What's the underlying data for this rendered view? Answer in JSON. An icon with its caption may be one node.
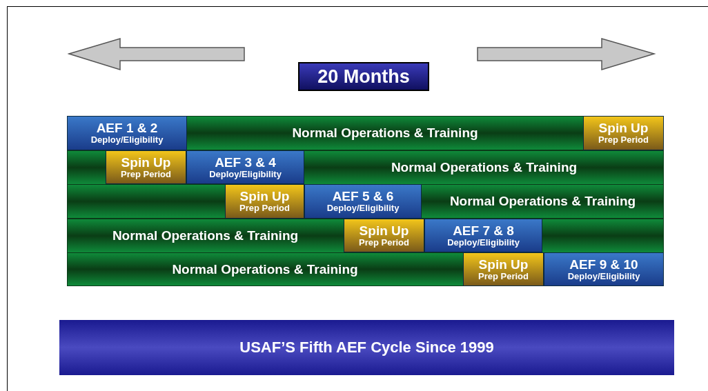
{
  "diagram": {
    "nodes": [
      {
        "text": [
          "20 Months"
        ]
      },
      {
        "text": [
          "AEF 1 & 2",
          "Deploy/Eligibility"
        ]
      },
      {
        "text": [
          "Normal Operations & Training"
        ]
      },
      {
        "text": [
          "Spin Up",
          "Prep Period"
        ]
      },
      {
        "text": [
          "Spin Up",
          "Prep Period"
        ]
      },
      {
        "text": [
          "AEF 3 & 4",
          "Deploy/Eligibility"
        ]
      },
      {
        "text": [
          "Normal Operations & Training"
        ]
      },
      {
        "text": [
          "Spin Up",
          "Prep Period"
        ]
      },
      {
        "text": [
          "AEF 5 & 6",
          "Deploy/Eligibility"
        ]
      },
      {
        "text": [
          "Normal Operations & Training"
        ]
      },
      {
        "text": [
          "Normal Operations & Training"
        ]
      },
      {
        "text": [
          "Spin Up",
          "Prep Period"
        ]
      },
      {
        "text": [
          "AEF 7 & 8",
          "Deploy/Eligibility"
        ]
      },
      {
        "text": [
          "Normal Operations & Training"
        ]
      },
      {
        "text": [
          "Spin Up",
          "Prep Period"
        ]
      },
      {
        "text": [
          "AEF 9 & 10",
          "Deploy/Eligibility"
        ]
      },
      {
        "text": [
          "USAF’S Fifth AEF Cycle Since 1999"
        ]
      }
    ]
  }
}
